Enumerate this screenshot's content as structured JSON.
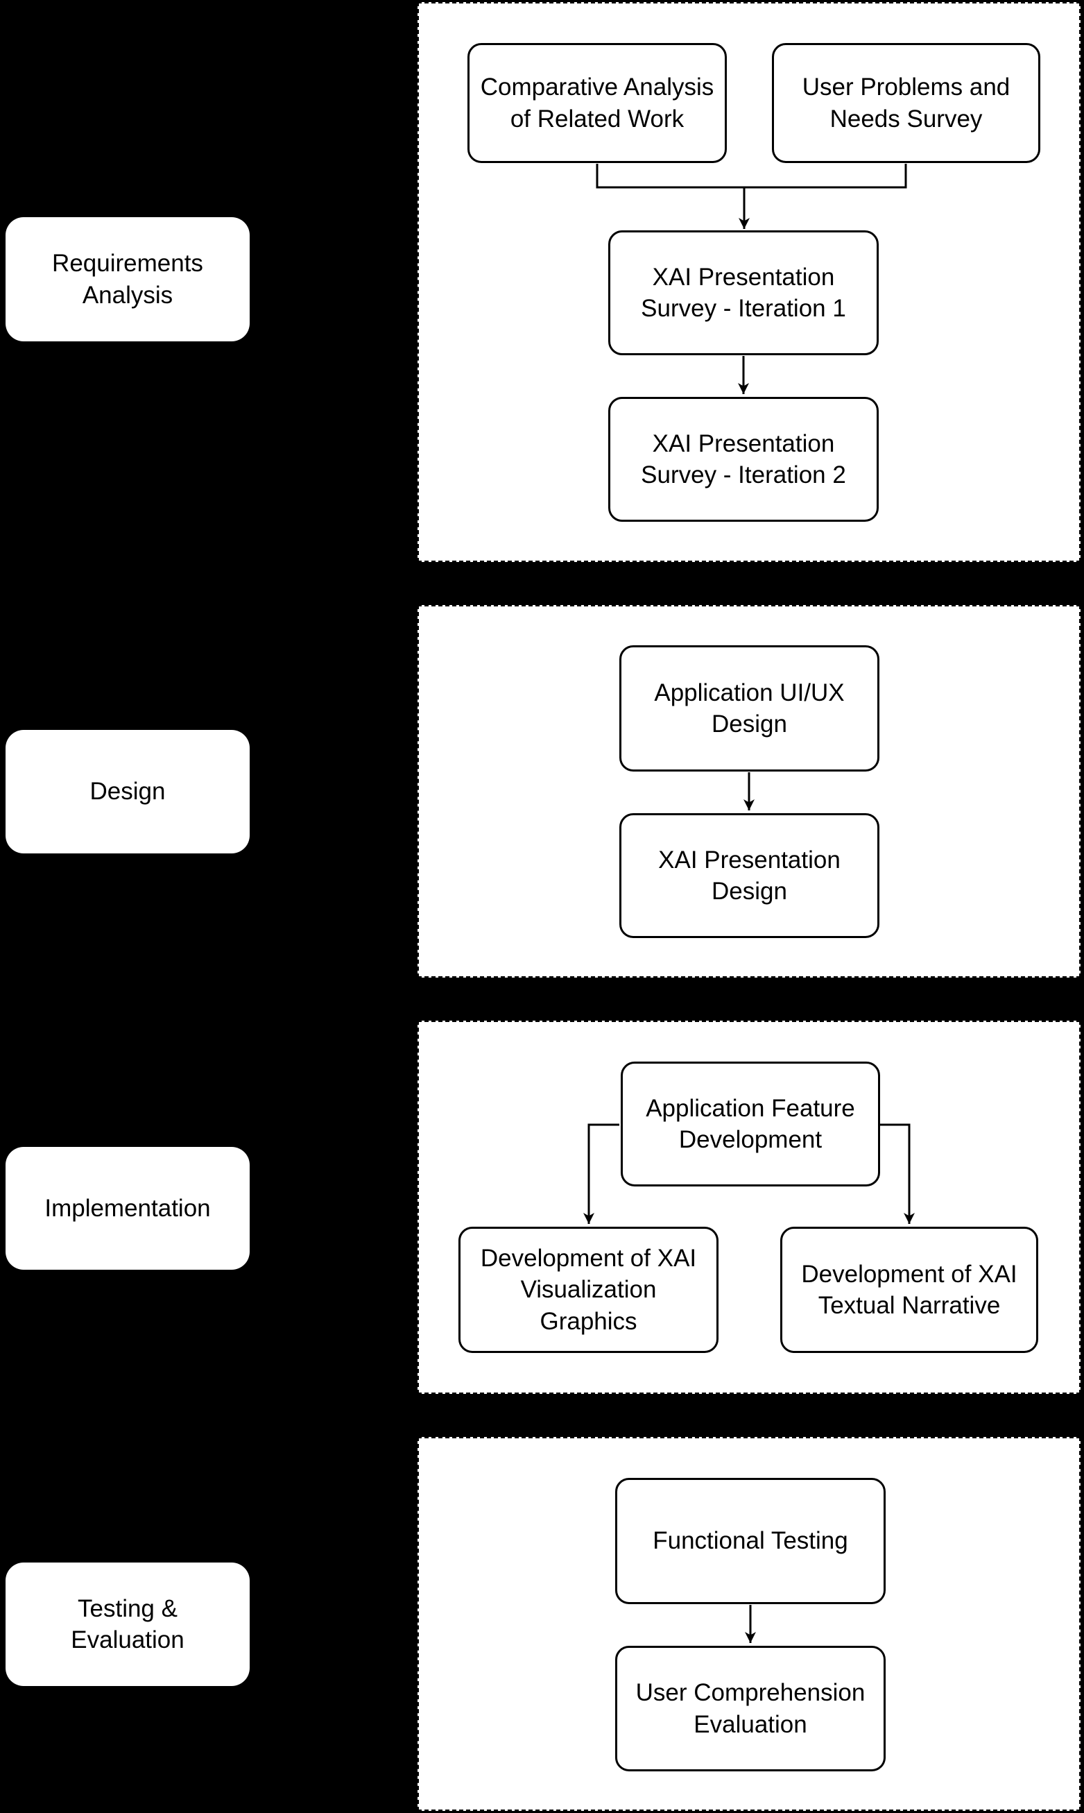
{
  "diagram": {
    "background_color": "#000000",
    "panel_fill": "#ffffff",
    "stroke_color": "#000000",
    "panel_border_style": "dashed"
  },
  "phases": {
    "requirements": {
      "label": "Requirements\nAnalysis"
    },
    "design": {
      "label": "Design"
    },
    "implementation": {
      "label": "Implementation"
    },
    "testing": {
      "label": "Testing &\nEvaluation"
    }
  },
  "nodes": {
    "comparative_analysis": {
      "label": "Comparative Analysis\nof Related Work"
    },
    "user_problems": {
      "label": "User Problems and\nNeeds Survey"
    },
    "xai_survey_iter1": {
      "label": "XAI Presentation\nSurvey - Iteration 1"
    },
    "xai_survey_iter2": {
      "label": "XAI Presentation\nSurvey - Iteration 2"
    },
    "app_uiux_design": {
      "label": "Application UI/UX\nDesign"
    },
    "xai_presentation_design": {
      "label": "XAI Presentation\nDesign"
    },
    "app_feature_dev": {
      "label": "Application Feature\nDevelopment"
    },
    "dev_xai_visualization": {
      "label": "Development of XAI\nVisualization Graphics"
    },
    "dev_xai_textual": {
      "label": "Development of XAI\nTextual Narrative"
    },
    "functional_testing": {
      "label": "Functional Testing"
    },
    "user_comprehension_eval": {
      "label": "User Comprehension\nEvaluation"
    }
  }
}
